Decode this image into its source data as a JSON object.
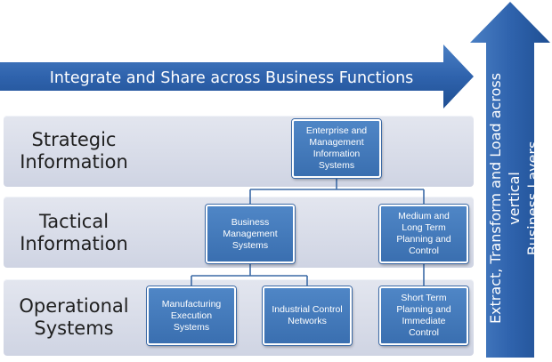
{
  "horizontal_arrow": {
    "label": "Integrate and Share across Business Functions"
  },
  "vertical_arrow": {
    "label": "Extract, Transform and Load across vertical\nBusiness Layers"
  },
  "layers": {
    "strategic": {
      "label": "Strategic\nInformation"
    },
    "tactical": {
      "label": "Tactical\nInformation"
    },
    "operational": {
      "label": "Operational\nSystems"
    }
  },
  "boxes": {
    "enterprise": "Enterprise and\nManagement\nInformation\nSystems",
    "business_mgmt": "Business\nManagement\nSystems",
    "medium_long": "Medium and\nLong Term\nPlanning and\nControl",
    "manufacturing": "Manufacturing\nExecution\nSystems",
    "industrial": "Industrial Control\nNetworks",
    "short_term": "Short Term\nPlanning and\nImmediate\nControl"
  },
  "colors": {
    "arrow_fill": "#2f63ad",
    "box_fill": "#4a7fc1",
    "band_fill": "#d6dae6",
    "connector": "#3c6aa6"
  }
}
